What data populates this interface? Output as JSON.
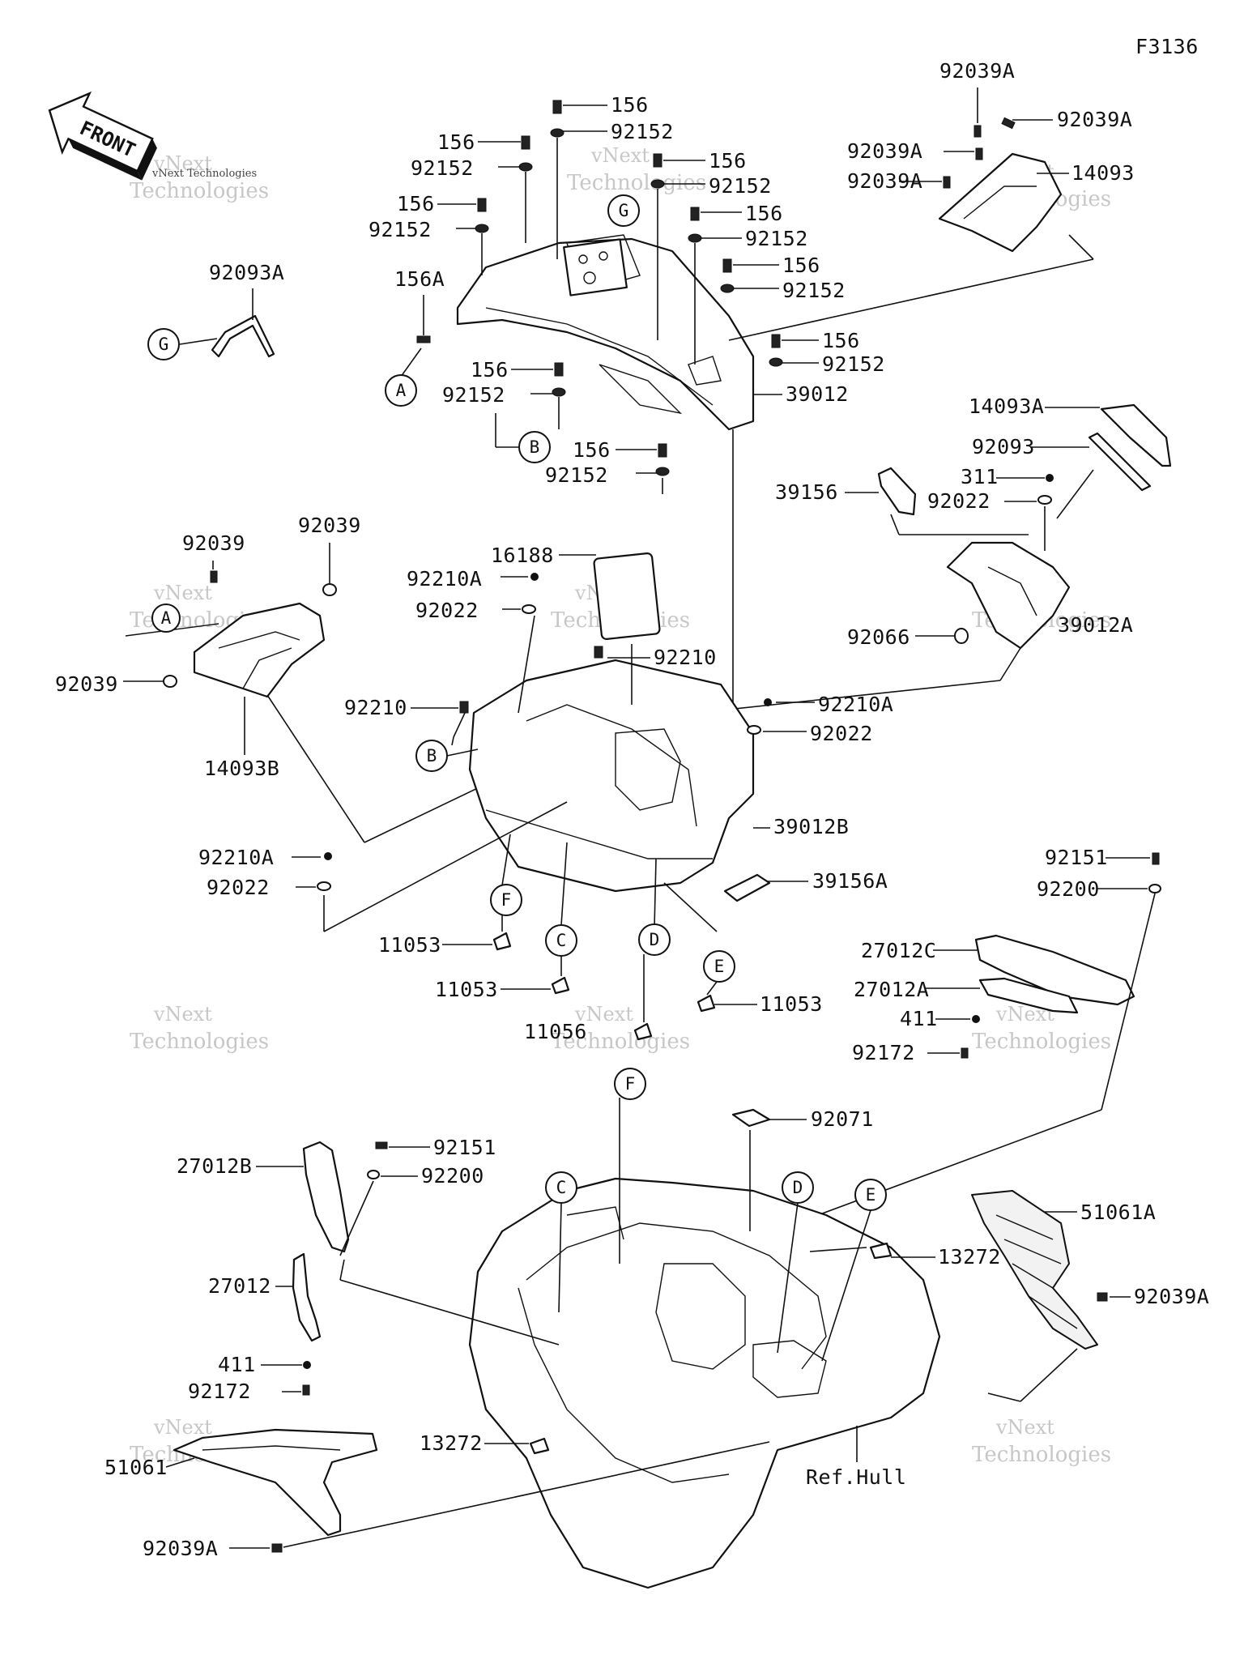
{
  "figure_code": "F3136",
  "front_label": "FRONT",
  "watermark": {
    "line1": "vNext",
    "line2": "Technologies",
    "small": "vNext Technologies"
  },
  "labels": {
    "l92039A_t": "92039A",
    "l92039A_r": "92039A",
    "l92039A_m": "92039A",
    "l92039A_l": "92039A",
    "l14093": "14093",
    "l156_1": "156",
    "l92152_1": "92152",
    "l156_2": "156",
    "l92152_2": "92152",
    "l156_3": "156",
    "l92152_3": "92152",
    "l156_4": "156",
    "l92152_4": "92152",
    "l156_5": "156",
    "l92152_5": "92152",
    "l156_6": "156",
    "l92152_6": "92152",
    "l156_7": "156",
    "l92152_7": "92152",
    "l156_8": "156",
    "l92152_8": "92152",
    "l156_9": "156",
    "l92152_9": "92152",
    "l156A": "156A",
    "l92093A": "92093A",
    "l39012": "39012",
    "l14093A": "14093A",
    "l92093": "92093",
    "l311": "311",
    "l92022_r": "92022",
    "l39156": "39156",
    "l92066": "92066",
    "l39012A": "39012A",
    "l92039_a": "92039",
    "l92039_b": "92039",
    "l92039_c": "92039",
    "l14093B": "14093B",
    "l16188": "16188",
    "l92210A_1": "92210A",
    "l92022_1": "92022",
    "l92210_1": "92210",
    "l92210_2": "92210",
    "l92210A_2": "92210A",
    "l92022_2": "92022",
    "l39012B": "39012B",
    "l39156A": "39156A",
    "l92210A_3": "92210A",
    "l92022_3": "92022",
    "l11053_1": "11053",
    "l11053_2": "11053",
    "l11056": "11056",
    "l11053_3": "11053",
    "l92151_r": "92151",
    "l92200_r": "92200",
    "l27012C": "27012C",
    "l27012A": "27012A",
    "l411_r": "411",
    "l92172_r": "92172",
    "l92071": "92071",
    "l27012B": "27012B",
    "l92151_l": "92151",
    "l92200_l": "92200",
    "l27012": "27012",
    "l411_l": "411",
    "l92172_l": "92172",
    "l51061A": "51061A",
    "l13272_r": "13272",
    "l92039A_br": "92039A",
    "l13272_l": "13272",
    "l51061": "51061",
    "lRefHull": "Ref.Hull",
    "l92039A_bl": "92039A"
  },
  "callouts": {
    "A1": "A",
    "B1": "B",
    "G1": "G",
    "G2": "G",
    "A2": "A",
    "B2": "B",
    "F1": "F",
    "C1": "C",
    "D1": "D",
    "E1": "E",
    "F2": "F",
    "C2": "C",
    "D2": "D",
    "E2": "E"
  }
}
